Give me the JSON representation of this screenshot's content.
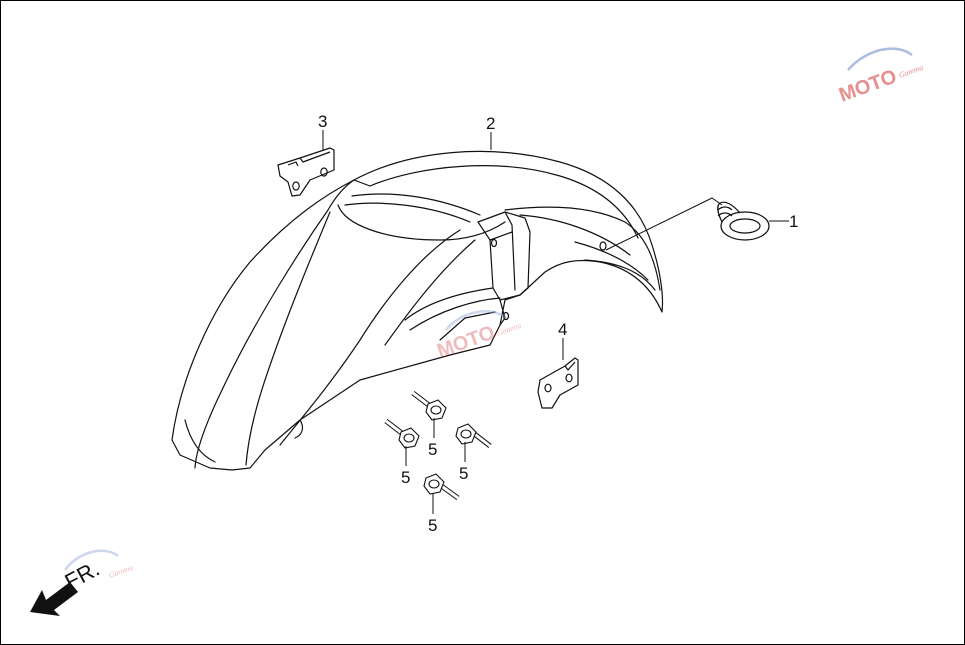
{
  "diagram": {
    "callouts": [
      {
        "id": "c1",
        "label": "1"
      },
      {
        "id": "c2",
        "label": "2"
      },
      {
        "id": "c3",
        "label": "3"
      },
      {
        "id": "c4",
        "label": "4"
      },
      {
        "id": "c5a",
        "label": "5"
      },
      {
        "id": "c5b",
        "label": "5"
      },
      {
        "id": "c5c",
        "label": "5"
      },
      {
        "id": "c5d",
        "label": "5"
      }
    ],
    "direction_label": "FR.",
    "direction_icon": "front-arrow-icon"
  },
  "watermark": {
    "text": "MOTO",
    "subtext": "Gamma",
    "color": "#e06a6a",
    "swoosh_color": "#8fa8d8"
  },
  "colors": {
    "line": "#111111",
    "background": "#ffffff"
  }
}
